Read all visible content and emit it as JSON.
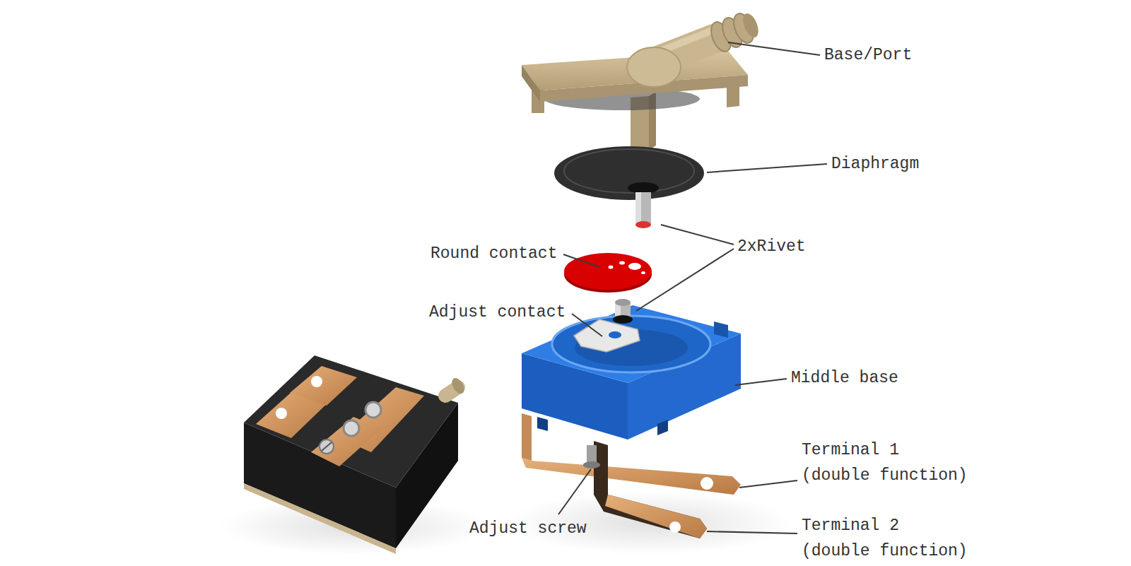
{
  "diagram": {
    "labels": [
      "Base/Port",
      "Diaphragm",
      "2xRivet",
      "Round contact",
      "Adjust contact",
      "Middle base",
      "Terminal 1 (double function)",
      "Terminal 2 (double function)",
      "Adjust screw"
    ]
  }
}
